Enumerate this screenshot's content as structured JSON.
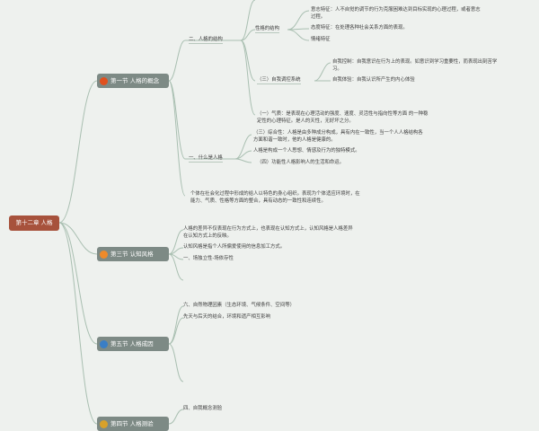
{
  "root": {
    "label": "第十二章 人格"
  },
  "sections": {
    "s1": {
      "label": "第一节 人格的概念",
      "dot_color": "#e0501e"
    },
    "s3": {
      "label": "第三节 认知风格",
      "dot_color": "#ee8a2a"
    },
    "s5": {
      "label": "第五节 人格成因",
      "dot_color": "#3a7ec5"
    },
    "s4": {
      "label": "第四节 人格测验",
      "dot_color": "#d8a12a"
    }
  },
  "s1": {
    "b2": "二、人格的结构",
    "xingge": "性格的结构",
    "yizhi": "意志特征：人不自觉的调节的行为克服困难达到目标实现的心理过程，或者意志",
    "yizhi2": "过程。",
    "taidu": "态度特征：在处理各种社会关系方面的表现。",
    "qingxu": "情绪特征",
    "ziwo": "（三）自我调控系统",
    "zwkz": "自我控制：自我意识在行为上的表现。如意识到学习重要性，而表现出刻苦学",
    "zwkz2": "习。",
    "zwty": "自我体验：自我认识所产生的内心体验",
    "qizhi": "（一）气质：是表现在心理活动的强度、速度、灵活性与指向性等方面 的一种稳",
    "qizhi2": "定性的心理特征。是人的天性，无好坏之分。",
    "zonghe": "（三）综合性：人格是由多种成分构成，具有内在一致性，当一个人人格结构各",
    "zonghe2": "方面和谐一致时，他的人格是健康的。",
    "wending": "人格是构成一个人思想、情感及行为的独特模式。",
    "gongneng": "（四）功能性人格影响人的生活和命运。",
    "b1": "一、什么是人格",
    "def": "个体在社会化过程中形成的给人以特色的身心组织。表现为个体适应环境时，在",
    "def2": "能力、气质、性格等方面的整合，具有动态的一致性和连续性。"
  },
  "s3": {
    "n1": "人格的差异不仅表现在行为方式上，也表现在认知方式上，认知风格是人格差异",
    "n1b": "在认知方式上的反映。",
    "n2": "认知风格是指个人所偏爱使用的信息加工方式。",
    "n3": "一、场独立性-场依存性"
  },
  "s5": {
    "n1": "六、自然物理因素（生态环境、气候条件、空间等）",
    "n2": "先天与后天的结合，环境和遗产相互影响"
  },
  "s4": {
    "n1": "四、自我概念测验"
  }
}
